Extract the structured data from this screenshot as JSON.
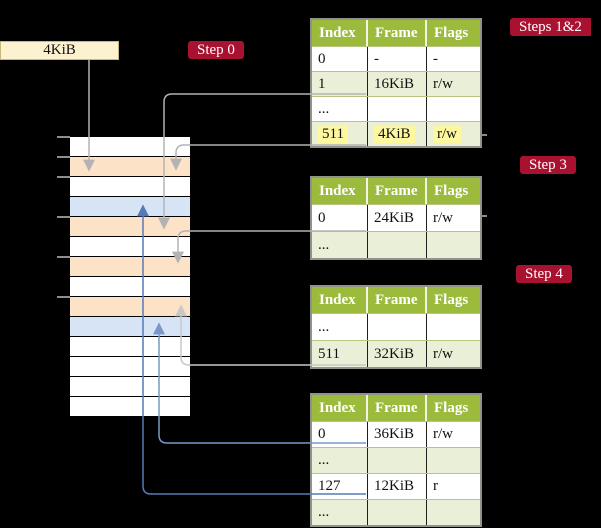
{
  "colors": {
    "background": "#000000",
    "header_green": "#9cbb3d",
    "row_green": "#eaf0d8",
    "highlight_yellow": "#fdf79f",
    "badge_red": "#a8112f",
    "peach": "#fce3c7",
    "light_blue": "#d7e4f5",
    "cream": "#fdf2cf",
    "line_gray": "#b3b3b3",
    "line_light_gray": "#c8c8c8",
    "line_blue": "#7a97c9",
    "line_dark_blue": "#567ab8"
  },
  "frame_box": {
    "label": "4KiB"
  },
  "badges": {
    "step0": "Step 0",
    "steps12": "Steps 1&2",
    "step3": "Step 3",
    "step4": "Step 4"
  },
  "memory_stack": {
    "rows": [
      "white",
      "peach",
      "white",
      "blue",
      "peach",
      "white",
      "peach",
      "white",
      "peach",
      "blue",
      "white",
      "white",
      "white",
      "white"
    ]
  },
  "page_tables": [
    {
      "id": "table-steps-1-2",
      "headers": [
        "Index",
        "Frame",
        "Flags"
      ],
      "rows": [
        {
          "cells": [
            "0",
            "-",
            "-"
          ],
          "shaded": false,
          "highlighted": false
        },
        {
          "cells": [
            "1",
            "16KiB",
            "r/w"
          ],
          "shaded": true,
          "highlighted": false
        },
        {
          "cells": [
            "...",
            "",
            ""
          ],
          "shaded": false,
          "highlighted": false
        },
        {
          "cells": [
            "511",
            "4KiB",
            "r/w"
          ],
          "shaded": true,
          "highlighted": true
        }
      ]
    },
    {
      "id": "table-step-3",
      "headers": [
        "Index",
        "Frame",
        "Flags"
      ],
      "rows": [
        {
          "cells": [
            "0",
            "24KiB",
            "r/w"
          ],
          "shaded": false,
          "highlighted": false
        },
        {
          "cells": [
            "...",
            "",
            ""
          ],
          "shaded": true,
          "highlighted": false
        }
      ]
    },
    {
      "id": "table-step-4",
      "headers": [
        "Index",
        "Frame",
        "Flags"
      ],
      "rows": [
        {
          "cells": [
            "...",
            "",
            ""
          ],
          "shaded": false,
          "highlighted": false
        },
        {
          "cells": [
            "511",
            "32KiB",
            "r/w"
          ],
          "shaded": true,
          "highlighted": false
        }
      ]
    },
    {
      "id": "table-final",
      "headers": [
        "Index",
        "Frame",
        "Flags"
      ],
      "rows": [
        {
          "cells": [
            "0",
            "36KiB",
            "r/w"
          ],
          "shaded": false,
          "highlighted": false
        },
        {
          "cells": [
            "...",
            "",
            ""
          ],
          "shaded": true,
          "highlighted": false
        },
        {
          "cells": [
            "127",
            "12KiB",
            "r"
          ],
          "shaded": false,
          "highlighted": false
        },
        {
          "cells": [
            "...",
            "",
            ""
          ],
          "shaded": true,
          "highlighted": false
        }
      ]
    }
  ],
  "connectors": [
    {
      "from": "frame-box-4kib",
      "to": "memory-row-2",
      "color": "gray"
    },
    {
      "from": "table1-row-1",
      "to": "memory-row-5",
      "color": "gray"
    },
    {
      "from": "table1-row-511",
      "to": "memory-row-2",
      "color": "gray"
    },
    {
      "from": "table2-row-0",
      "to": "memory-row-7",
      "color": "gray"
    },
    {
      "from": "table3-row-511",
      "to": "memory-row-9",
      "color": "light-gray"
    },
    {
      "from": "table4-row-0",
      "to": "memory-row-10",
      "color": "blue"
    },
    {
      "from": "table4-row-127",
      "to": "memory-row-4",
      "color": "dark-blue"
    }
  ]
}
